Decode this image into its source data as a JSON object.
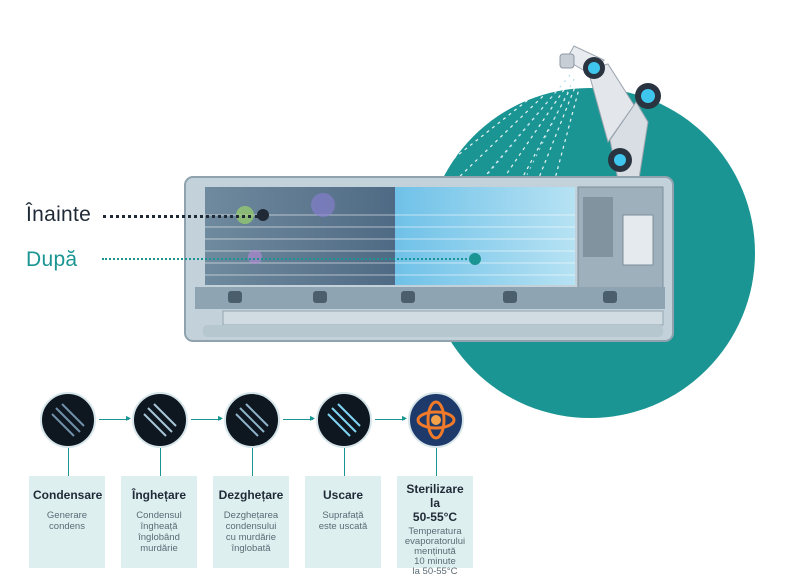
{
  "labels": {
    "before": "Înainte",
    "after": "După"
  },
  "colors": {
    "teal": "#1a9593",
    "dark": "#1f2a36",
    "box": "#deeff0"
  },
  "steps": [
    {
      "title": "Condensare",
      "desc_lines": [
        "Generare",
        "condens"
      ],
      "icon": "condensation-icon"
    },
    {
      "title": "Înghețare",
      "desc_lines": [
        "Condensul",
        "îngheață",
        "înglobând",
        "murdărie"
      ],
      "icon": "freezing-icon"
    },
    {
      "title": "Dezghețare",
      "desc_lines": [
        "Dezghețarea",
        "condensului",
        "cu murdărie",
        "înglobată"
      ],
      "icon": "defrost-icon"
    },
    {
      "title": "Uscare",
      "desc_lines": [
        "Suprafață",
        "este uscată"
      ],
      "icon": "drying-icon"
    },
    {
      "title_lines": [
        "Sterilizare la",
        "50-55°C"
      ],
      "desc_lines": [
        "Temperatura",
        "evaporatorului",
        "menținută",
        "10 minute",
        "la 50-55°C"
      ],
      "icon": "sterilization-heat-icon"
    }
  ]
}
